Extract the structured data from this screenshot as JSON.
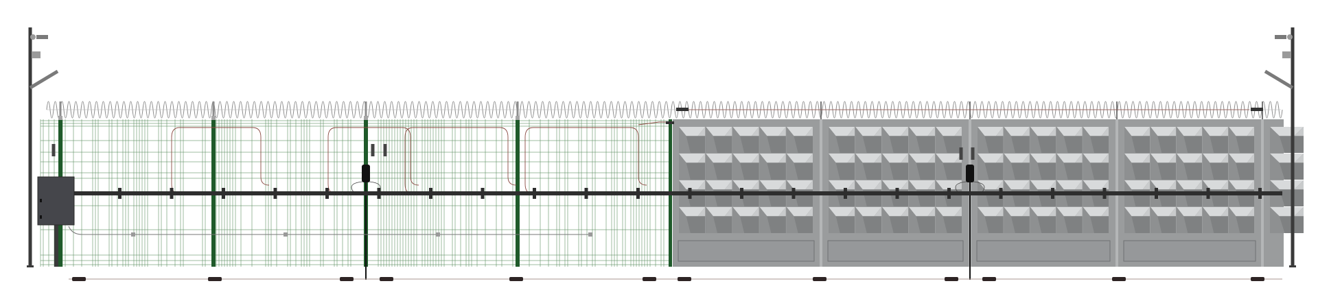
{
  "diagram": {
    "mesh_sections": 4,
    "concrete_panels": 4,
    "pyramid_columns": 5,
    "pyramid_rows": 4
  },
  "colors": {
    "mesh": "#5f8f63",
    "post_green": "#1f5a2a",
    "pole": "#3a3a3a",
    "cable": "#2e2e2e",
    "box": "#45464b",
    "concrete": "#9a9c9d",
    "concrete_light": "#c9cbcc",
    "concrete_dark": "#7f8182",
    "concrete_top": "#d8dadb",
    "razor": "#8a8a8a",
    "sensor_wire": "#8b4a42"
  }
}
